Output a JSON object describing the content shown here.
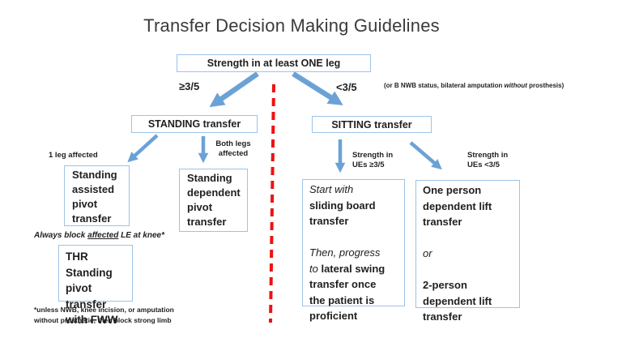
{
  "title": "Transfer Decision Making Guidelines",
  "colors": {
    "box_border": "#9dc3e6",
    "arrow": "#6ba2d6",
    "divider_red": "#ee1111",
    "text": "#1f1f1f"
  },
  "root": {
    "label": "Strength in at least ONE leg"
  },
  "branch": {
    "left_condition": "≥3/5",
    "right_condition": "<3/5",
    "right_note_pre": "(or B NWB status, bilateral amputation ",
    "right_note_em": "without",
    "right_note_post": " prosthesis)"
  },
  "standing": {
    "title": "STANDING transfer",
    "one_leg": "1 leg affected",
    "both_legs_l1": "Both legs",
    "both_legs_l2": "affected",
    "assisted": {
      "l1": "Standing",
      "l2": "assisted",
      "l3": "pivot",
      "l4": "transfer"
    },
    "dependent": {
      "l1": "Standing",
      "l2": "dependent",
      "l3": "pivot",
      "l4": "transfer"
    },
    "block_pre": "Always block ",
    "block_u": "affected",
    "block_post": " LE at knee*",
    "thr": {
      "l1": "THR Standing",
      "l2": "pivot transfer",
      "l3": "with FWW"
    },
    "footnote_l1": "*unless NWB, knee incision, or amputation",
    "footnote_l2": "without prosthetic, then block strong limb"
  },
  "sitting": {
    "title": "SITTING transfer",
    "ue_strong_l1": "Strength in",
    "ue_strong_l2": "UEs ≥3/5",
    "ue_weak_l1": "Strength in",
    "ue_weak_l2": "UEs <3/5",
    "sliding": {
      "i1": "Start with",
      "b1": "sliding board",
      "b2": "transfer",
      "i2": "Then, progress",
      "i3": "to ",
      "b3": "lateral swing",
      "b4": "transfer once",
      "b5": "the patient is",
      "b6": "proficient"
    },
    "lift": {
      "b1": "One person",
      "b2": "dependent lift",
      "b3": "transfer",
      "i1": "or",
      "b4": "2-person",
      "b5": "dependent lift",
      "b6": "transfer"
    }
  }
}
